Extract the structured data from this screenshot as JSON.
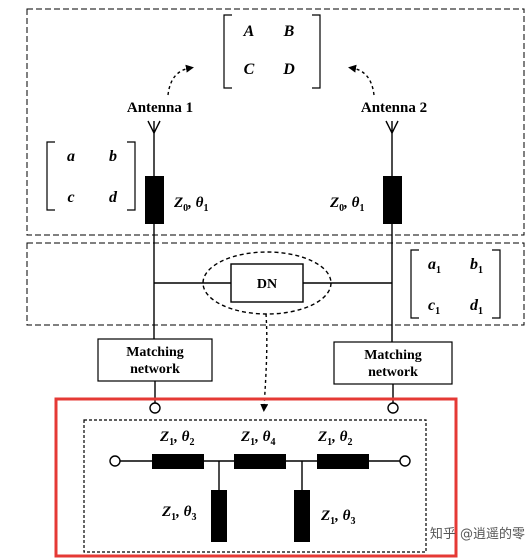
{
  "matrix_top": {
    "a": "A",
    "b": "B",
    "c": "C",
    "d": "D"
  },
  "matrix_left": {
    "a": "a",
    "b": "b",
    "c": "c",
    "d": "d"
  },
  "matrix_dn": {
    "a": "a",
    "a_sub": "1",
    "b": "b",
    "b_sub": "1",
    "c": "c",
    "c_sub": "1",
    "d": "d",
    "d_sub": "1"
  },
  "antenna1": {
    "label": "Antenna 1"
  },
  "antenna2": {
    "label": "Antenna 2"
  },
  "line1": {
    "z": "Z",
    "z_sub": "0",
    "theta": "θ",
    "theta_sub": "1"
  },
  "line2": {
    "z": "Z",
    "z_sub": "0",
    "theta": "θ",
    "theta_sub": "1"
  },
  "dn_box": {
    "label": "DN"
  },
  "matching_left": {
    "line1": "Matching",
    "line2": "network"
  },
  "matching_right": {
    "line1": "Matching",
    "line2": "network"
  },
  "dn_detail": {
    "seg1": {
      "z": "Z",
      "z_sub": "1",
      "theta": "θ",
      "theta_sub": "2"
    },
    "seg2": {
      "z": "Z",
      "z_sub": "1",
      "theta": "θ",
      "theta_sub": "4"
    },
    "seg3": {
      "z": "Z",
      "z_sub": "1",
      "theta": "θ",
      "theta_sub": "2"
    },
    "stub1": {
      "z": "Z",
      "z_sub": "1",
      "theta": "θ",
      "theta_sub": "3"
    },
    "stub2": {
      "z": "Z",
      "z_sub": "1",
      "theta": "θ",
      "theta_sub": "3"
    }
  },
  "watermark": {
    "text": "知乎 @逍遥的零"
  },
  "colors": {
    "highlight": "#e53935",
    "ink": "#000000"
  }
}
